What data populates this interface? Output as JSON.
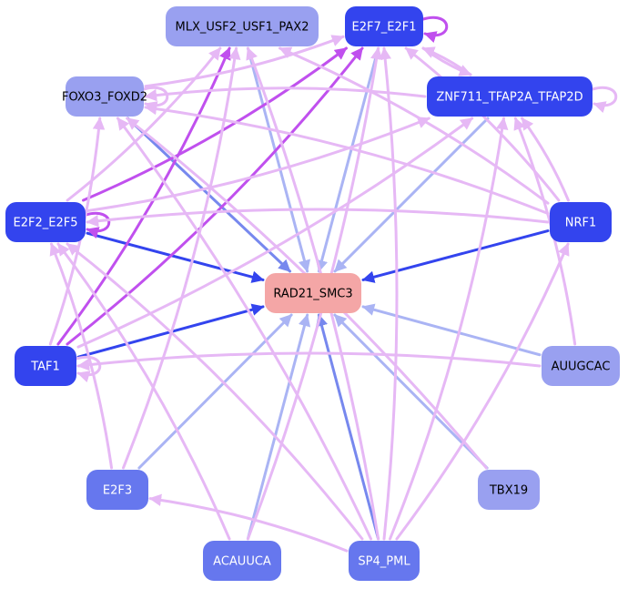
{
  "colors": {
    "regulator_dark": "#3344ee",
    "regulator_mid": "#6677ee",
    "regulator_light": "#99a0f0",
    "target": "#f4a6a6",
    "edge_purple": "#c050ee",
    "edge_pink": "#e6b8f5",
    "edge_blue_dark": "#3344ee",
    "edge_blue_mid": "#7788ee",
    "edge_blue_light": "#aab4f4"
  },
  "nodes": [
    {
      "id": "MLX_USF2_USF1_PAX2",
      "label": "MLX_USF2_USF1_PAX2",
      "role": "regulator",
      "shade": "light"
    },
    {
      "id": "E2F7_E2F1",
      "label": "E2F7_E2F1",
      "role": "regulator",
      "shade": "dark"
    },
    {
      "id": "FOXO3_FOXD2",
      "label": "FOXO3_FOXD2",
      "role": "regulator",
      "shade": "light"
    },
    {
      "id": "ZNF711_TFAP2A_TFAP2D",
      "label": "ZNF711_TFAP2A_TFAP2D",
      "role": "regulator",
      "shade": "dark"
    },
    {
      "id": "E2F2_E2F5",
      "label": "E2F2_E2F5",
      "role": "regulator",
      "shade": "dark"
    },
    {
      "id": "NRF1",
      "label": "NRF1",
      "role": "regulator",
      "shade": "dark"
    },
    {
      "id": "RAD21_SMC3",
      "label": "RAD21_SMC3",
      "role": "target",
      "shade": "target"
    },
    {
      "id": "TAF1",
      "label": "TAF1",
      "role": "regulator",
      "shade": "dark"
    },
    {
      "id": "AUUGCAC",
      "label": "AUUGCAC",
      "role": "regulator",
      "shade": "light"
    },
    {
      "id": "E2F3",
      "label": "E2F3",
      "role": "regulator",
      "shade": "mid"
    },
    {
      "id": "TBX19",
      "label": "TBX19",
      "role": "regulator",
      "shade": "light"
    },
    {
      "id": "ACAUUCA",
      "label": "ACAUUCA",
      "role": "regulator",
      "shade": "mid"
    },
    {
      "id": "SP4_PML",
      "label": "SP4_PML",
      "role": "regulator",
      "shade": "mid"
    }
  ],
  "edges": [
    {
      "from": "MLX_USF2_USF1_PAX2",
      "to": "RAD21_SMC3",
      "color": "blue_light"
    },
    {
      "from": "E2F7_E2F1",
      "to": "RAD21_SMC3",
      "color": "blue_light"
    },
    {
      "from": "FOXO3_FOXD2",
      "to": "RAD21_SMC3",
      "color": "blue_mid"
    },
    {
      "from": "ZNF711_TFAP2A_TFAP2D",
      "to": "RAD21_SMC3",
      "color": "blue_light"
    },
    {
      "from": "E2F2_E2F5",
      "to": "RAD21_SMC3",
      "color": "blue_dark"
    },
    {
      "from": "NRF1",
      "to": "RAD21_SMC3",
      "color": "blue_dark"
    },
    {
      "from": "TAF1",
      "to": "RAD21_SMC3",
      "color": "blue_dark"
    },
    {
      "from": "AUUGCAC",
      "to": "RAD21_SMC3",
      "color": "blue_light"
    },
    {
      "from": "E2F3",
      "to": "RAD21_SMC3",
      "color": "blue_light"
    },
    {
      "from": "TBX19",
      "to": "RAD21_SMC3",
      "color": "blue_light"
    },
    {
      "from": "ACAUUCA",
      "to": "RAD21_SMC3",
      "color": "blue_light"
    },
    {
      "from": "SP4_PML",
      "to": "RAD21_SMC3",
      "color": "blue_mid"
    },
    {
      "from": "E2F7_E2F1",
      "to": "E2F7_E2F1",
      "color": "purple"
    },
    {
      "from": "FOXO3_FOXD2",
      "to": "FOXO3_FOXD2",
      "color": "pink"
    },
    {
      "from": "ZNF711_TFAP2A_TFAP2D",
      "to": "ZNF711_TFAP2A_TFAP2D",
      "color": "pink"
    },
    {
      "from": "E2F2_E2F5",
      "to": "E2F2_E2F5",
      "color": "purple"
    },
    {
      "from": "TAF1",
      "to": "TAF1",
      "color": "pink"
    },
    {
      "from": "E2F2_E2F5",
      "to": "E2F7_E2F1",
      "color": "purple"
    },
    {
      "from": "TAF1",
      "to": "E2F7_E2F1",
      "color": "purple"
    },
    {
      "from": "TAF1",
      "to": "MLX_USF2_USF1_PAX2",
      "color": "purple"
    },
    {
      "from": "FOXO3_FOXD2",
      "to": "E2F7_E2F1",
      "color": "pink"
    },
    {
      "from": "ZNF711_TFAP2A_TFAP2D",
      "to": "E2F7_E2F1",
      "color": "pink"
    },
    {
      "from": "E2F7_E2F1",
      "to": "ZNF711_TFAP2A_TFAP2D",
      "color": "pink"
    },
    {
      "from": "ZNF711_TFAP2A_TFAP2D",
      "to": "FOXO3_FOXD2",
      "color": "pink"
    },
    {
      "from": "NRF1",
      "to": "FOXO3_FOXD2",
      "color": "pink"
    },
    {
      "from": "NRF1",
      "to": "E2F7_E2F1",
      "color": "pink"
    },
    {
      "from": "NRF1",
      "to": "MLX_USF2_USF1_PAX2",
      "color": "pink"
    },
    {
      "from": "NRF1",
      "to": "ZNF711_TFAP2A_TFAP2D",
      "color": "pink"
    },
    {
      "from": "NRF1",
      "to": "E2F2_E2F5",
      "color": "pink"
    },
    {
      "from": "AUUGCAC",
      "to": "ZNF711_TFAP2A_TFAP2D",
      "color": "pink"
    },
    {
      "from": "AUUGCAC",
      "to": "TAF1",
      "color": "pink"
    },
    {
      "from": "SP4_PML",
      "to": "FOXO3_FOXD2",
      "color": "pink"
    },
    {
      "from": "SP4_PML",
      "to": "E2F7_E2F1",
      "color": "pink"
    },
    {
      "from": "SP4_PML",
      "to": "MLX_USF2_USF1_PAX2",
      "color": "pink"
    },
    {
      "from": "SP4_PML",
      "to": "ZNF711_TFAP2A_TFAP2D",
      "color": "pink"
    },
    {
      "from": "SP4_PML",
      "to": "E2F2_E2F5",
      "color": "pink"
    },
    {
      "from": "SP4_PML",
      "to": "NRF1",
      "color": "pink"
    },
    {
      "from": "SP4_PML",
      "to": "E2F3",
      "color": "pink"
    },
    {
      "from": "ACAUUCA",
      "to": "E2F7_E2F1",
      "color": "pink"
    },
    {
      "from": "ACAUUCA",
      "to": "E2F2_E2F5",
      "color": "pink"
    },
    {
      "from": "E2F3",
      "to": "E2F2_E2F5",
      "color": "pink"
    },
    {
      "from": "E2F3",
      "to": "MLX_USF2_USF1_PAX2",
      "color": "pink"
    },
    {
      "from": "TAF1",
      "to": "FOXO3_FOXD2",
      "color": "pink"
    },
    {
      "from": "TAF1",
      "to": "ZNF711_TFAP2A_TFAP2D",
      "color": "pink"
    },
    {
      "from": "E2F2_E2F5",
      "to": "ZNF711_TFAP2A_TFAP2D",
      "color": "pink"
    },
    {
      "from": "E2F2_E2F5",
      "to": "MLX_USF2_USF1_PAX2",
      "color": "pink"
    },
    {
      "from": "TBX19",
      "to": "FOXO3_FOXD2",
      "color": "pink"
    }
  ]
}
